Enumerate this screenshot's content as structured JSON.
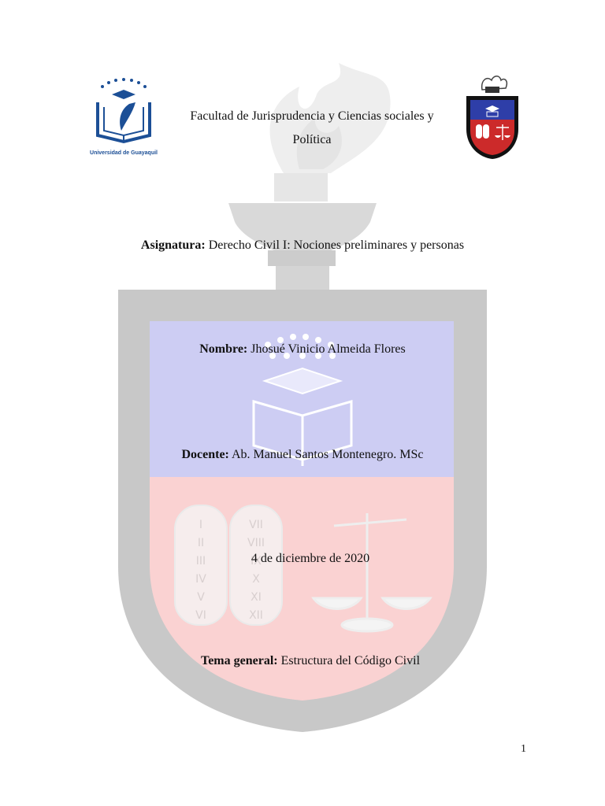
{
  "header": {
    "faculty_line1": "Facultad de Jurisprudencia y Ciencias sociales y",
    "faculty_line2": "Política",
    "left_logo_caption": "Universidad de Guayaquil"
  },
  "fields": {
    "subject_label": "Asignatura:",
    "subject_value": "Derecho Civil I: Nociones preliminares y personas",
    "name_label": "Nombre:",
    "name_value": "Jhosué Vinicio Almeida Flores",
    "teacher_label": "Docente:",
    "teacher_value": "Ab. Manuel Santos Montenegro. MSc",
    "date": "4 de diciembre de 2020",
    "topic_label": "Tema general:",
    "topic_value": "Estructura del Código Civil"
  },
  "watermark": {
    "tablet_left": [
      "I",
      "II",
      "III",
      "IV",
      "V",
      "VI"
    ],
    "tablet_right": [
      "VII",
      "VIII",
      "IX",
      "X",
      "XI",
      "XII"
    ]
  },
  "footer": {
    "page_number": "1"
  },
  "colors": {
    "shield_border": "#c8c8c8",
    "shield_top": "#cdcdf3",
    "shield_bottom": "#fad2d2",
    "logo_blue": "#1c4f96",
    "crest_blue": "#2e3ea8",
    "crest_red": "#cc2a2a"
  }
}
